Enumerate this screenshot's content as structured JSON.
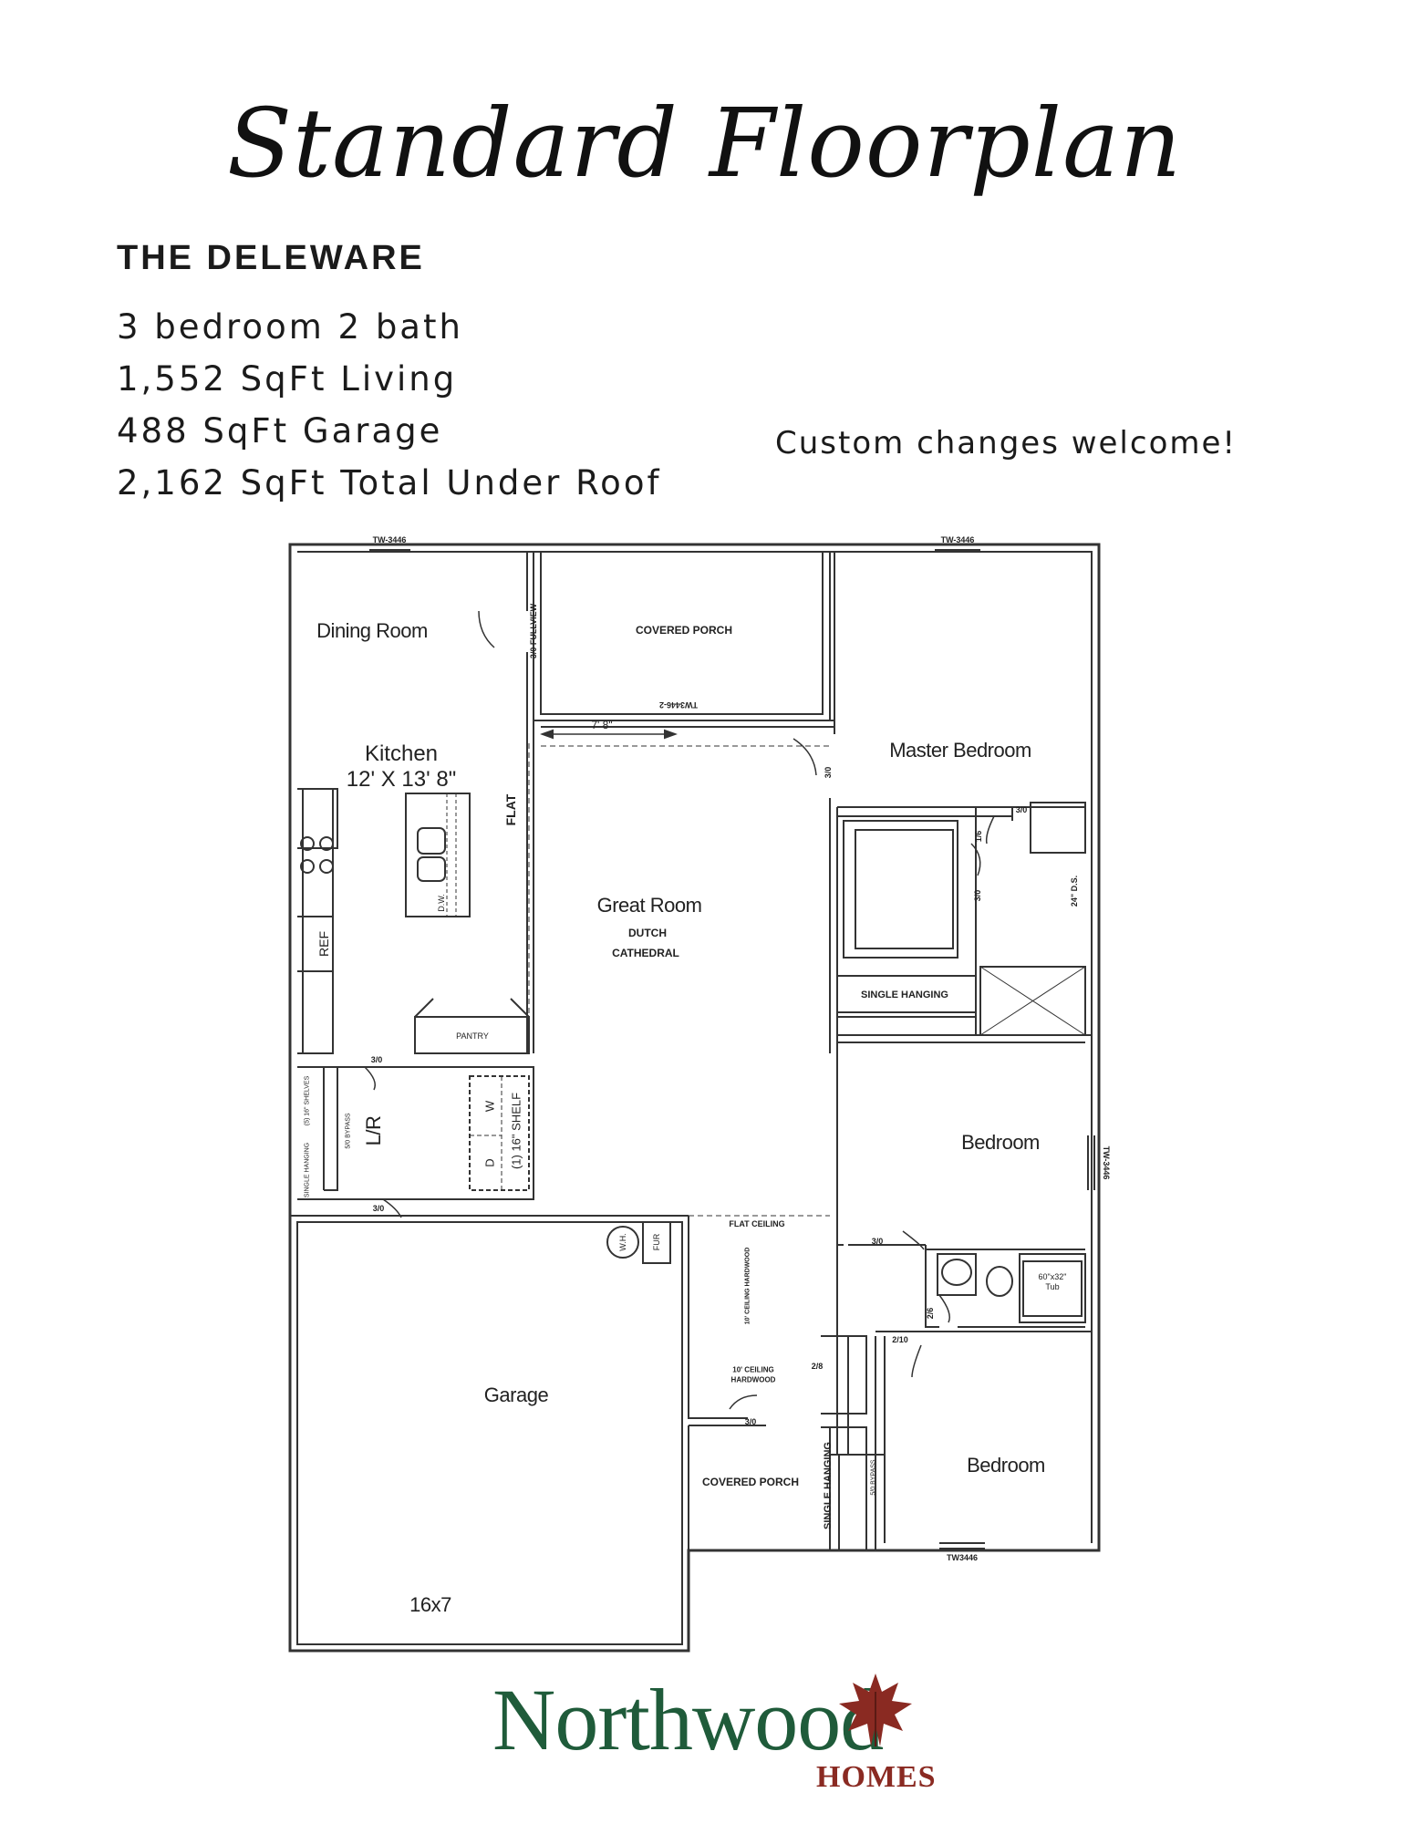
{
  "title": "Standard Floorplan",
  "model_name": "THE DELEWARE",
  "specs": [
    "3 bedroom 2 bath",
    "1,552 SqFt Living",
    "488 SqFt Garage",
    "2,162 SqFt Total Under Roof"
  ],
  "tagline": "Custom changes welcome!",
  "plan": {
    "rooms": {
      "dining": "Dining Room",
      "covered_porch_top": "COVERED PORCH",
      "master": "Master Bedroom",
      "kitchen": "Kitchen",
      "kitchen_dims": "12' X 13' 8\"",
      "great_room": "Great Room",
      "great_room_sub1": "DUTCH",
      "great_room_sub2": "CATHEDRAL",
      "bedroom_2": "Bedroom",
      "bedroom_3": "Bedroom",
      "garage": "Garage",
      "garage_door": "16x7",
      "covered_porch_bottom": "COVERED PORCH",
      "laundry": "L/R"
    },
    "labels": {
      "window_tl": "TW-3446",
      "window_tr": "TW-3446",
      "window_porch": "TW3446-2",
      "window_right": "TW-3446",
      "window_bottom": "TW3446",
      "fullview": "3/0 FULLVIEW",
      "dim": "7' 8\"",
      "flat": "FLAT",
      "door_master": "3/0",
      "door_bath": "3/0",
      "door_wic": "1/6",
      "door_mb2": "3/0",
      "ds": "24\" D.S.",
      "dw": "D.W.",
      "ref": "REF",
      "pantry": "PANTRY",
      "single_hanging_1": "SINGLE HANGING",
      "single_hanging_2": "SINGLE HANGING",
      "door_lr": "3/0",
      "door_garage": "3/0",
      "shelves": "(5) 16\" SHELVES",
      "single_hanging_lr": "SINGLE HANGING",
      "bypass_lr": "5/0 BYPASS",
      "washer": "W",
      "dryer": "D",
      "shelf": "(1) 16\" SHELF",
      "wh": "W.H.",
      "fur": "FUR",
      "flat_ceiling": "FLAT CEILING",
      "ceiling_hall": "10' CEILING HARDWOOD",
      "ceiling_foyer": "10' CEILING",
      "hardwood": "HARDWOOD",
      "door_bed2": "3/0",
      "door_bath2a": "2/6",
      "door_bath2b": "2/10",
      "door_closet": "2/8",
      "door_front": "3/0",
      "tub": "60\"x32\"",
      "tub2": "Tub",
      "bypass_bed": "5/0 BYPASS"
    }
  },
  "logo": {
    "word": "Northwood",
    "sub": "HOMES",
    "colors": {
      "green": "#1f5b3a",
      "red": "#8a2a22"
    }
  }
}
